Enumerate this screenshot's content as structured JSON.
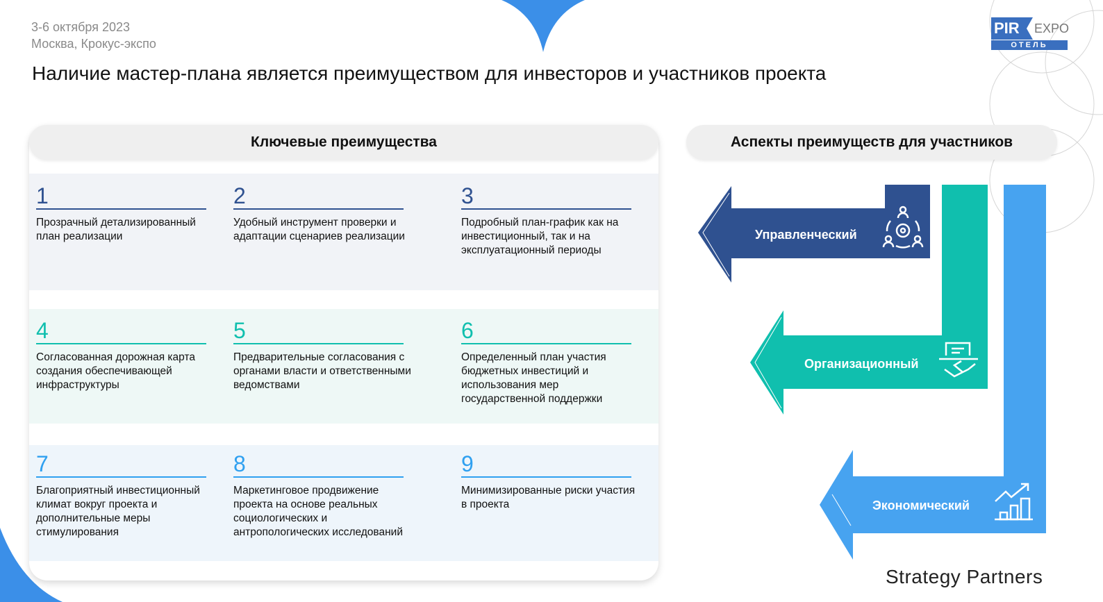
{
  "header": {
    "date": "3-6 октября  2023",
    "place": "Москва, Крокус-экспо",
    "title": "Наличие мастер-плана является преимуществом для инвесторов и участников проекта"
  },
  "logo": {
    "pir": "PIR",
    "expo": "EXPO",
    "sub": "ОТЕЛЬ"
  },
  "left_panel": {
    "heading": "Ключевые преимущества",
    "items": [
      {
        "num": "1",
        "text": "Прозрачный детализированный план реализации"
      },
      {
        "num": "2",
        "text": "Удобный инструмент проверки и адаптации сценариев реализации"
      },
      {
        "num": "3",
        "text": "Подробный план-график как на инвестиционный, так и на эксплуатационный периоды"
      },
      {
        "num": "4",
        "text": "Согласованная дорожная карта создания обеспечивающей инфраструктуры"
      },
      {
        "num": "5",
        "text": "Предварительные согласования с органами власти и ответственными ведомствами"
      },
      {
        "num": "6",
        "text": "Определенный план участия бюджетных инвестиций и использования мер государственной поддержки"
      },
      {
        "num": "7",
        "text": "Благоприятный инвестиционный климат вокруг проекта и дополнительные меры стимулирования"
      },
      {
        "num": "8",
        "text": "Маркетинговое продвижение проекта на основе реальных социологических и антропологических исследований"
      },
      {
        "num": "9",
        "text": "Минимизированные риски участия в проекта"
      }
    ]
  },
  "right_panel": {
    "heading": "Аспекты преимуществ для участников",
    "aspects": [
      {
        "label": "Управленческий",
        "color": "#2f5190"
      },
      {
        "label": "Организационный",
        "color": "#10bfae"
      },
      {
        "label": "Экономический",
        "color": "#47a3f0"
      }
    ]
  },
  "footer": {
    "brand": "Strategy Partners"
  }
}
